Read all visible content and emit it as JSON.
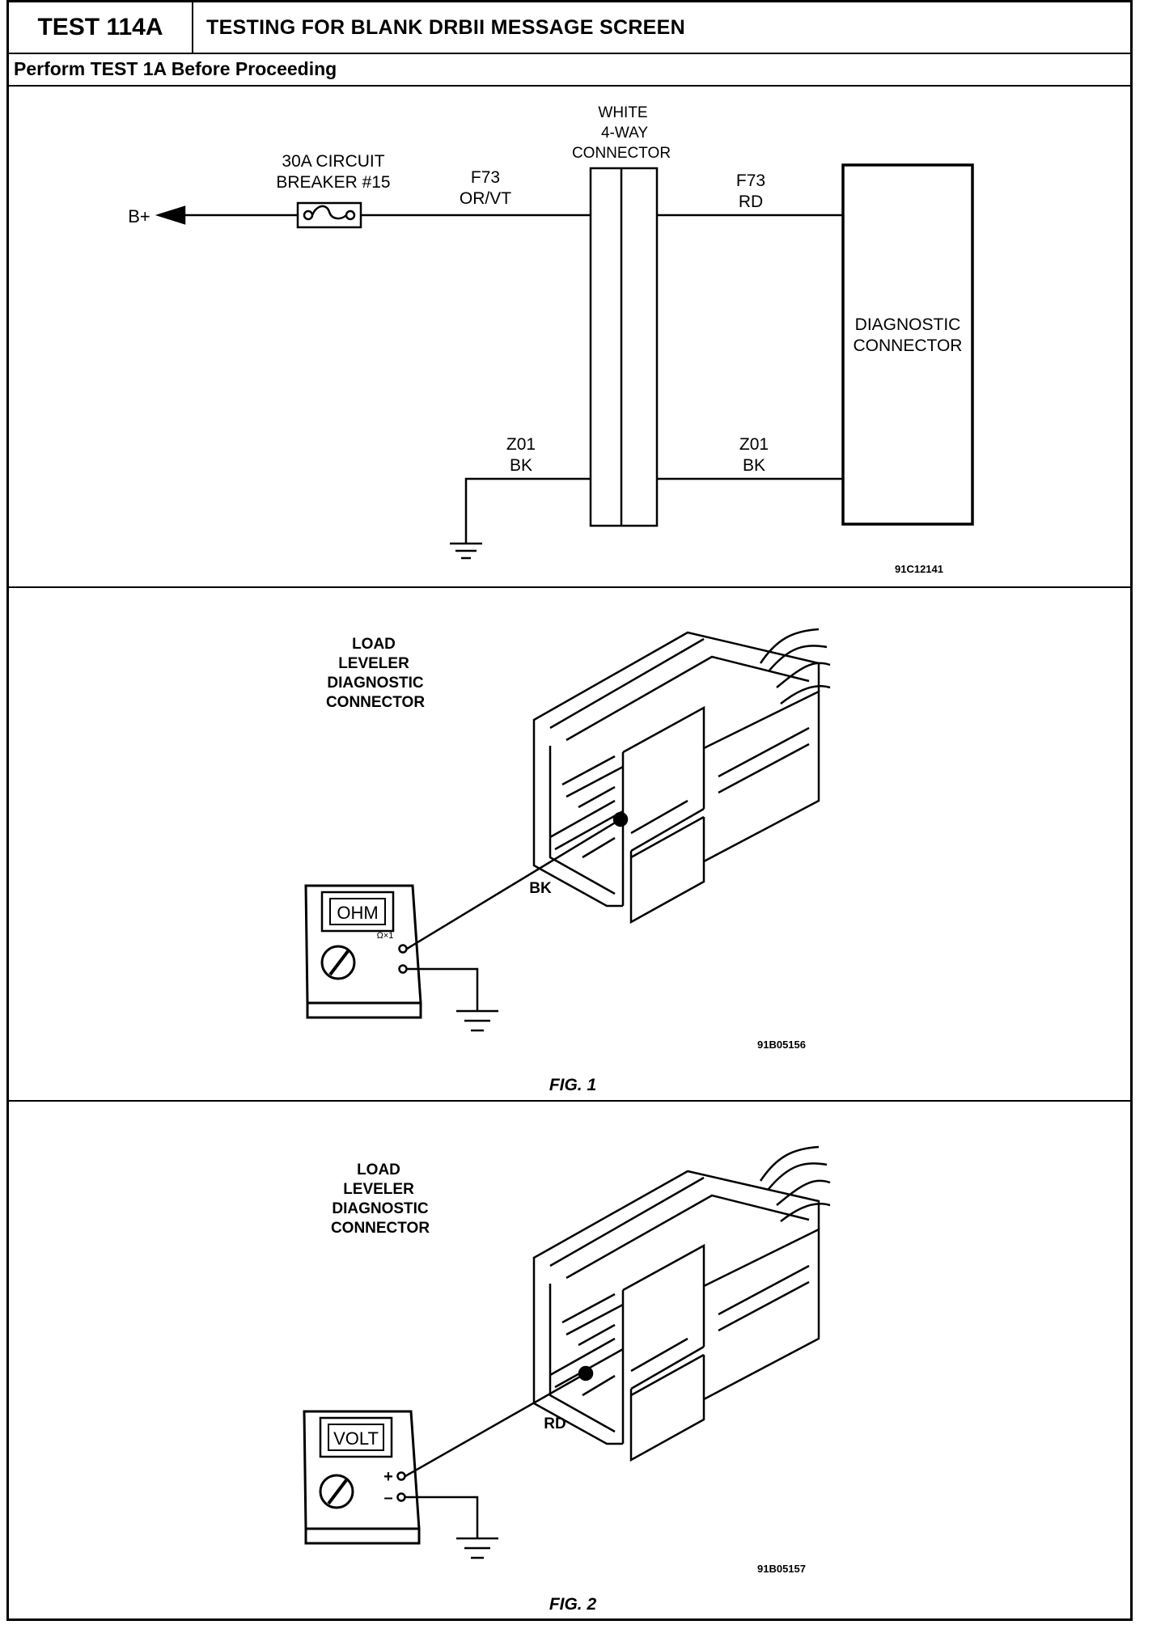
{
  "header": {
    "test_number": "TEST 114A",
    "title": "TESTING FOR BLANK DRBII MESSAGE SCREEN",
    "prerequisite": "Perform TEST 1A Before Proceeding"
  },
  "schematic": {
    "battery_label": "B+",
    "breaker_label_line1": "30A CIRCUIT",
    "breaker_label_line2": "BREAKER #15",
    "wire_left_top_code": "F73",
    "wire_left_top_color": "OR/VT",
    "connector_label_line1": "WHITE",
    "connector_label_line2": "4-WAY",
    "connector_label_line3": "CONNECTOR",
    "wire_right_top_code": "F73",
    "wire_right_top_color": "RD",
    "diag_label_line1": "DIAGNOSTIC",
    "diag_label_line2": "CONNECTOR",
    "wire_left_bottom_code": "Z01",
    "wire_left_bottom_color": "BK",
    "wire_right_bottom_code": "Z01",
    "wire_right_bottom_color": "BK",
    "figure_id": "91C12141"
  },
  "fig1": {
    "label_line1": "LOAD",
    "label_line2": "LEVELER",
    "label_line3": "DIAGNOSTIC",
    "label_line4": "CONNECTOR",
    "meter_display": "OHM",
    "meter_range": "Ω×1",
    "wire_label": "BK",
    "figure_id": "91B05156",
    "caption": "FIG. 1"
  },
  "fig2": {
    "label_line1": "LOAD",
    "label_line2": "LEVELER",
    "label_line3": "DIAGNOSTIC",
    "label_line4": "CONNECTOR",
    "meter_display": "VOLT",
    "plus_sign": "+",
    "minus_sign": "–",
    "wire_label": "RD",
    "figure_id": "91B05157",
    "caption": "FIG. 2"
  }
}
